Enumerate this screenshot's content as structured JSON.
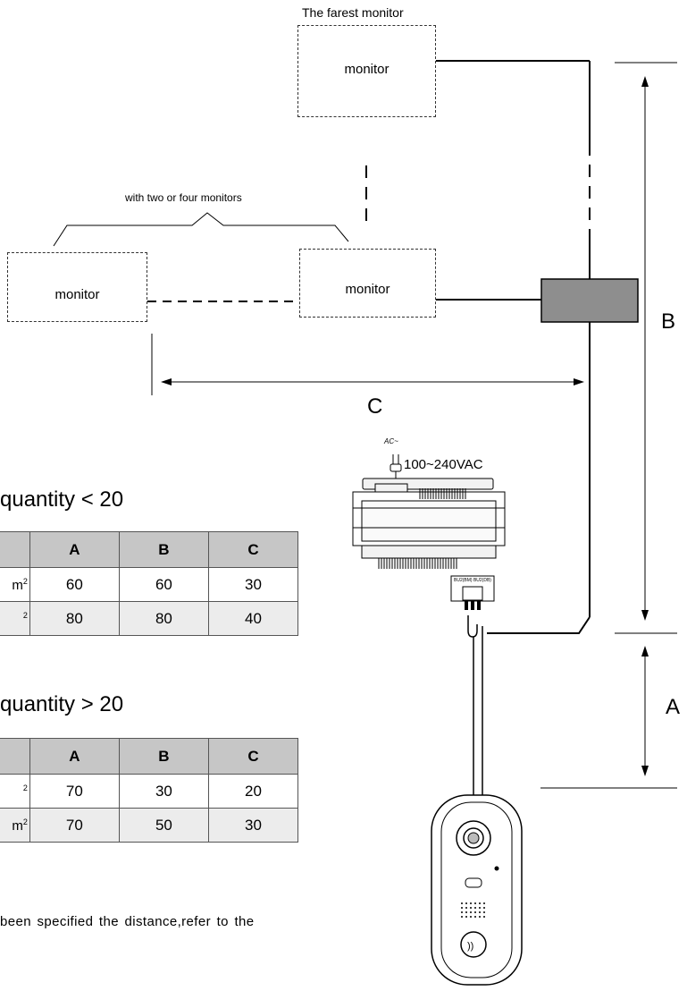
{
  "labels": {
    "farthest": "The farest monitor",
    "group": "with two or four monitors",
    "power": "100~240VAC",
    "ac": "AC~",
    "dist_b": "B",
    "dist_c": "C",
    "dist_a": "A",
    "terminal": "BU2(BM) BU2(DB)"
  },
  "monitors": [
    "monitor",
    "monitor",
    "monitor"
  ],
  "tables": [
    {
      "heading": "quantity < 20",
      "columns": [
        "",
        "A",
        "B",
        "C"
      ],
      "rows": [
        {
          "cable": "m",
          "sup": "2",
          "a": "60",
          "b": "60",
          "c": "30"
        },
        {
          "cable": "",
          "sup": "2",
          "a": "80",
          "b": "80",
          "c": "40"
        }
      ]
    },
    {
      "heading": "quantity > 20",
      "columns": [
        "",
        "A",
        "B",
        "C"
      ],
      "rows": [
        {
          "cable": "",
          "sup": "2",
          "a": "70",
          "b": "30",
          "c": "20"
        },
        {
          "cable": "m",
          "sup": "2",
          "a": "70",
          "b": "50",
          "c": "30"
        }
      ]
    }
  ],
  "note": "been specified the distance,refer to the"
}
